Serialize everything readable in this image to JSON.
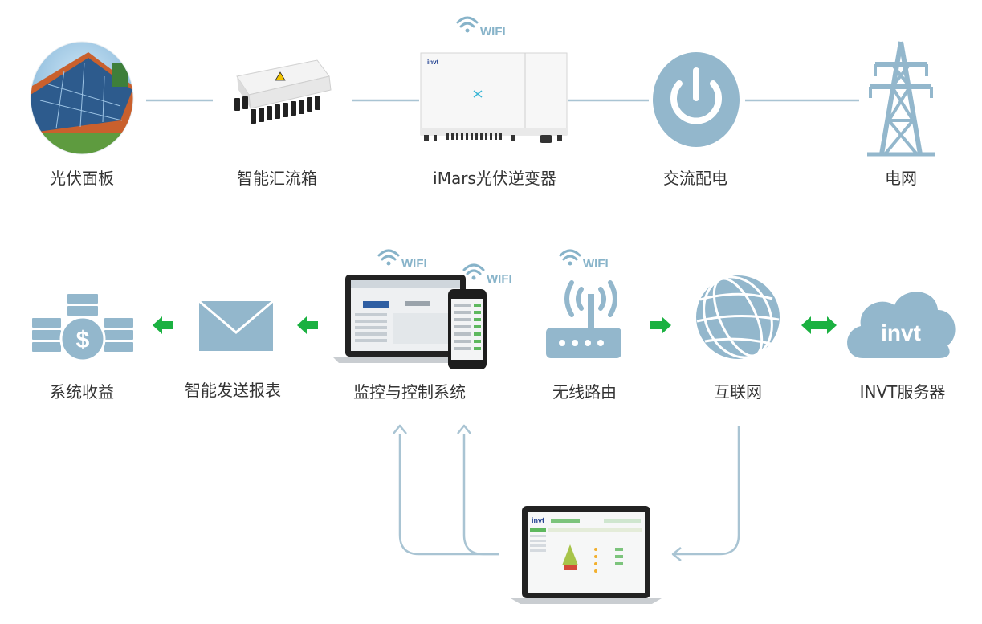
{
  "top_row": {
    "panel": "光伏面板",
    "combiner": "智能汇流箱",
    "inverter": "iMars光伏逆变器",
    "ac": "交流配电",
    "grid": "电网"
  },
  "bottom_row": {
    "income": "系统收益",
    "report": "智能发送报表",
    "monitor": "监控与控制系统",
    "router": "无线路由",
    "internet": "互联网",
    "server": "INVT服务器"
  },
  "wifi_label": "WIFI",
  "brand_text": "invt",
  "colors": {
    "icon_blue": "#93b7cc",
    "line_blue": "#a9c4d3",
    "arrow_green": "#1bb141",
    "wifi_blue": "#87b3c9",
    "text": "#333333"
  }
}
